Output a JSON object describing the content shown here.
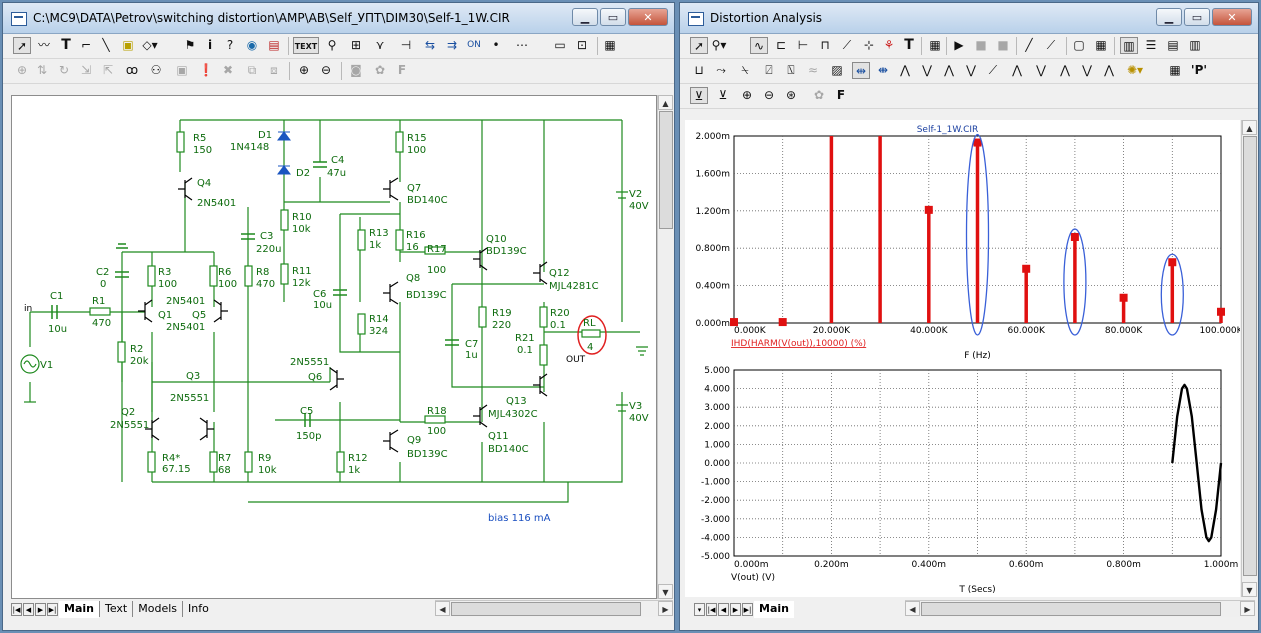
{
  "left_window": {
    "title": "C:\\MC9\\DATA\\Petrov\\switching distortion\\AMP\\AB\\Self_УПТ\\DIM30\\Self-1_1W.CIR",
    "toolbar1_text_button": "TEXT",
    "tabs": [
      "Main",
      "Text",
      "Models",
      "Info"
    ],
    "active_tab": "Main"
  },
  "schematic": {
    "components": [
      {
        "ref": "R5",
        "value": "150"
      },
      {
        "ref": "Q4",
        "value": "2N5401"
      },
      {
        "ref": "D1",
        "value": "1N4148"
      },
      {
        "ref": "D2",
        "value": ""
      },
      {
        "ref": "C4",
        "value": "47u"
      },
      {
        "ref": "R15",
        "value": "100"
      },
      {
        "ref": "Q7",
        "value": "BD140C"
      },
      {
        "ref": "V2",
        "value": "40V"
      },
      {
        "ref": "R10",
        "value": "10k"
      },
      {
        "ref": "C3",
        "value": "220u"
      },
      {
        "ref": "R11",
        "value": "12k"
      },
      {
        "ref": "R13",
        "value": "1k"
      },
      {
        "ref": "R16",
        "value": "16"
      },
      {
        "ref": "R17",
        "value": "100"
      },
      {
        "ref": "Q10",
        "value": "BD139C"
      },
      {
        "ref": "Q12",
        "value": "MJL4281C"
      },
      {
        "ref": "C2",
        "value": "0"
      },
      {
        "ref": "R3",
        "value": "100"
      },
      {
        "ref": "R6",
        "value": "100"
      },
      {
        "ref": "R8",
        "value": "470"
      },
      {
        "ref": "Q8",
        "value": "BD139C"
      },
      {
        "ref": "C1",
        "value": "10u"
      },
      {
        "ref": "R1",
        "value": "470"
      },
      {
        "ref": "Q1",
        "value": "2N5401"
      },
      {
        "ref": "Q5",
        "value": "2N5401"
      },
      {
        "ref": "C6",
        "value": "10u"
      },
      {
        "ref": "R14",
        "value": "324"
      },
      {
        "ref": "R19",
        "value": "220"
      },
      {
        "ref": "R20",
        "value": "0.1"
      },
      {
        "ref": "RL",
        "value": "4"
      },
      {
        "ref": "C7",
        "value": "1u"
      },
      {
        "ref": "R21",
        "value": "0.1"
      },
      {
        "ref": "V1",
        "value": ""
      },
      {
        "ref": "R2",
        "value": "20k"
      },
      {
        "ref": "Q6",
        "value": "2N5551"
      },
      {
        "ref": "Q3",
        "value": ""
      },
      {
        "ref": "Q13",
        "value": "MJL4302C"
      },
      {
        "ref": "Q2",
        "value": "2N5551"
      },
      {
        "ref": "C5",
        "value": "150p"
      },
      {
        "ref": "R18",
        "value": "100"
      },
      {
        "ref": "Q11",
        "value": "BD140C"
      },
      {
        "ref": "R4*",
        "value": "67.15"
      },
      {
        "ref": "R7",
        "value": "68"
      },
      {
        "ref": "R9",
        "value": "10k"
      },
      {
        "ref": "R12",
        "value": "1k"
      },
      {
        "ref": "Q9",
        "value": "BD139C"
      },
      {
        "ref": "V3",
        "value": "40V"
      }
    ],
    "extra_q2_label": "2N5551",
    "in_label": "in",
    "out_label": "OUT",
    "bias_text": "bias 116 mA"
  },
  "right_window": {
    "title": "Distortion Analysis",
    "tabs": [
      "Main"
    ],
    "active_tab": "Main"
  },
  "chart_data": [
    {
      "type": "bar",
      "title": "Self-1_1W.CIR",
      "xlabel": "F (Hz)",
      "ylabel": "",
      "series_label": "IHD(HARM(V(out)),10000) (%)",
      "xlim": [
        0,
        100000
      ],
      "ylim": [
        0,
        2.0
      ],
      "x_tick_labels": [
        "0.000K",
        "20.000K",
        "40.000K",
        "60.000K",
        "80.000K",
        "100.000K"
      ],
      "y_tick_labels": [
        "2.000m",
        "1.600m",
        "1.200m",
        "0.800m",
        "0.400m",
        "0.000m"
      ],
      "x": [
        0,
        10000,
        20000,
        30000,
        40000,
        50000,
        60000,
        70000,
        80000,
        90000,
        100000
      ],
      "values": [
        0.01,
        0.01,
        2.6,
        2.6,
        1.21,
        1.93,
        0.58,
        0.92,
        0.27,
        0.65,
        0.12
      ],
      "highlighted_x": [
        50000,
        70000,
        90000
      ],
      "grid": true
    },
    {
      "type": "line",
      "title": "",
      "xlabel": "T (Secs)",
      "ylabel": "",
      "series_label": "V(out) (V)",
      "xlim": [
        0,
        1.0
      ],
      "ylim": [
        -5,
        5
      ],
      "x_tick_labels": [
        "0.000m",
        "0.200m",
        "0.400m",
        "0.600m",
        "0.800m",
        "1.000m"
      ],
      "y_tick_labels": [
        "5.000",
        "4.000",
        "3.000",
        "2.000",
        "1.000",
        "0.000",
        "-1.000",
        "-2.000",
        "-3.000",
        "-4.000",
        "-5.000"
      ],
      "series": [
        {
          "x": [
            0.9,
            0.91,
            0.92,
            0.925,
            0.93,
            0.94,
            0.95,
            0.96,
            0.97,
            0.975,
            0.98,
            0.99,
            1.0
          ],
          "y": [
            0.0,
            2.5,
            4.0,
            4.2,
            4.0,
            2.5,
            0.0,
            -2.5,
            -4.0,
            -4.2,
            -4.0,
            -2.5,
            0.0
          ]
        }
      ],
      "grid": true
    }
  ]
}
